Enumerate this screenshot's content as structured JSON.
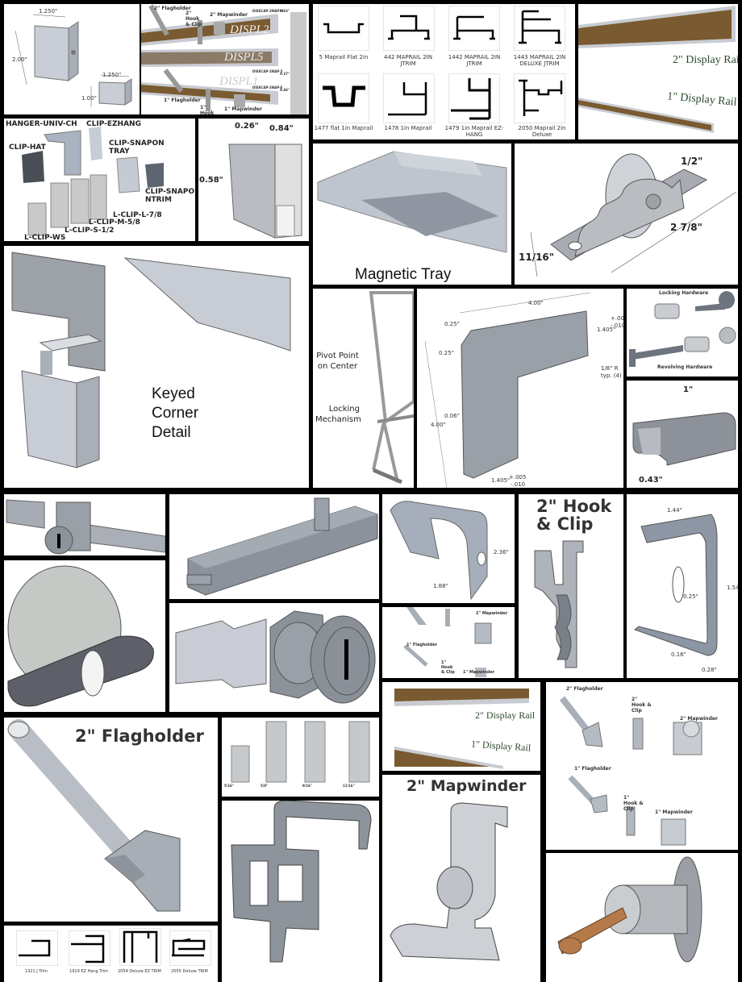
{
  "title": "Display Rail & Map Rail Hardware Collage",
  "panels": {
    "corner_bracket": {
      "dim_top": "1.250\"",
      "dim_height": "2.00\"",
      "dim_small_width": "1.250\"",
      "dim_small_height": "1.00\""
    },
    "rail_overview": {
      "labels": {
        "flag2": "2\" Flagholder",
        "hook2": "2\" Hook & Clip",
        "map2": "2\" Mapwinder",
        "flag1": "1\" Flagholder",
        "hook1": "1\" Hook & Clip",
        "map1": "1\" Mapwinder"
      },
      "rail_names": [
        "DISPL2",
        "DISPL5",
        "DISPL1"
      ],
      "part_codes": [
        "DISECAP-2NAP-H",
        "DISECAP-2NAP-5",
        "DISECAP-2NAP-E"
      ],
      "side_dims": [
        "0.63\"",
        "0.37\"",
        "0.46\""
      ]
    },
    "profiles_top": {
      "items": [
        {
          "label": "5 Maprail Flat 2in"
        },
        {
          "label": "442 MAPRAIL 2IN JTRIM"
        },
        {
          "label": "1442 MAPRAIL 2IN JTRIM"
        },
        {
          "label": "1443 MAPRAIL 2IN DELUXE JTRIM"
        },
        {
          "label": "1477 flat 1in Maprail"
        },
        {
          "label": "1478 1in Maprail"
        },
        {
          "label": "1479 1in Maprail EZ-HANG"
        },
        {
          "label": "2050 Maprail 2in Deluxe"
        }
      ]
    },
    "display_rail_top": {
      "label_2in": "2\" Display Rail",
      "label_1in": "1\" Display Rail"
    },
    "clips": {
      "labels": [
        "HANGER-UNIV-CH",
        "CLIP-EZHANG",
        "CLIP-HAT",
        "CLIP-SNAPONTRAY",
        "CLIP-SNAPONTRIM",
        "L-CLIP-L-7/8",
        "L-CLIP-M-5/8",
        "L-CLIP-S-1/2",
        "L-CLIP-WS"
      ]
    },
    "end_cap": {
      "dim_width": "0.26\"",
      "dim_depth": "0.84\"",
      "dim_height": "0.58\""
    },
    "magnetic_tray": {
      "caption": "Magnetic Tray"
    },
    "roller": {
      "dim_top": "1/2\"",
      "dim_length": "2 7/8\"",
      "dim_height": "11/16\""
    },
    "keyed_corner": {
      "caption": "Keyed Corner Detail"
    },
    "easel": {
      "pivot": "Pivot Point on Center",
      "locking": "Locking Mechanism"
    },
    "corner_plate": {
      "dim_width": "4.00\"",
      "dim_chamfer_a": "0.25\"",
      "dim_chamfer_b": "0.25\"",
      "dim_leg": "1.405\"",
      "tol_top": "+.005",
      "tol_bottom": "-.010",
      "radius": "1/8\" R",
      "radius_note": "typ. (4)",
      "dim_height": "4.00\"",
      "dim_thickness": "0.06\"",
      "dim_bottom": "1.405\""
    },
    "hardware": {
      "locking": "Locking Hardware",
      "revolving": "Revolving Hardware"
    },
    "cap_channel": {
      "dim_length": "1\"",
      "dim_width": "0.43\""
    },
    "hanger": {
      "dim_width": "1.88\"",
      "dim_height": "2.36\""
    },
    "mini_accessories": {
      "map2": "2\" Mapwinder",
      "flag1": "1\" Flagholder",
      "hook1": "1\" Hook & Clip",
      "map1": "1\" Mapwinder"
    },
    "hook_clip": {
      "title": "2\" Hook & Clip"
    },
    "snap_clip": {
      "dim_width": "1.44\"",
      "dim_slot": "0.25\"",
      "dim_height": "1.54\"",
      "dim_lip": "0.16\"",
      "dim_depth": "0.28\""
    },
    "display_rail_mid": {
      "label_2in": "2\" Display Rail",
      "label_1in": "1\" Display Rail"
    },
    "accessories": {
      "flag2": "2\" Flagholder",
      "hook2": "2\" Hook & Clip",
      "map2": "2\" Mapwinder",
      "flag1": "1\" Flagholder",
      "hook1": "1\" Hook & Clip",
      "map1": "1\" Mapwinder"
    },
    "flagholder": {
      "title": "2\" Flagholder"
    },
    "lclips": {
      "dims": [
        "5/16\"",
        "5/8\"",
        "9/16\"",
        "11/16\""
      ]
    },
    "mapwinder": {
      "title": "2\" Mapwinder"
    },
    "profiles_bottom": {
      "items": [
        {
          "label": "1321 J Trim"
        },
        {
          "label": "1919 EZ Hang Trim"
        },
        {
          "label": "2054 Deluxe EZ TRIM"
        },
        {
          "label": "2055 Deluxe TRIM"
        }
      ]
    }
  },
  "colors": {
    "background": "#000000",
    "panel": "#ffffff",
    "metal": "#a9b0b8",
    "cork": "#7a5a30",
    "serif_label": "#2d4a2d"
  }
}
